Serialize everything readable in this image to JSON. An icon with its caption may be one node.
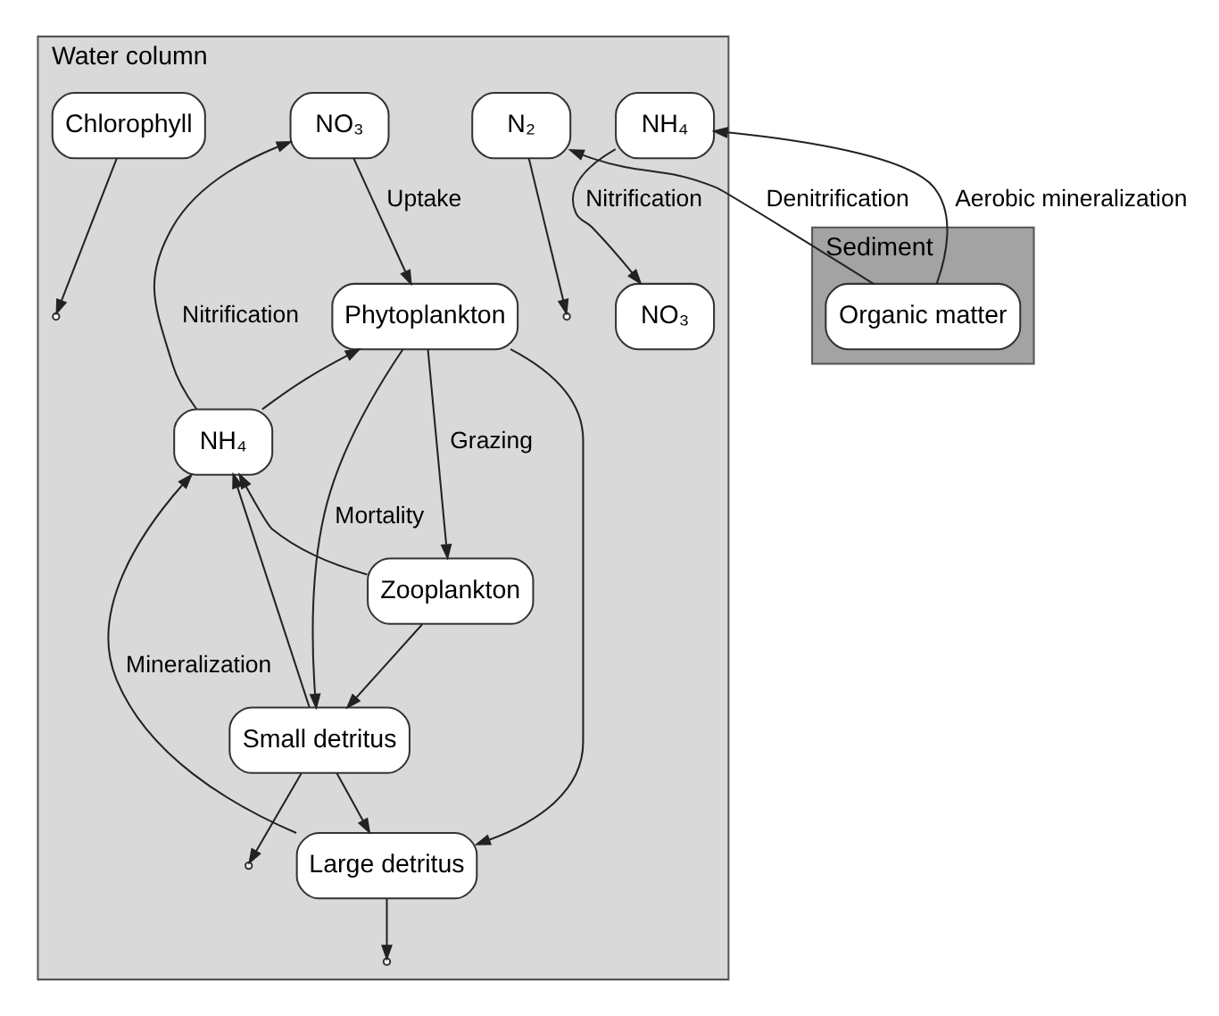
{
  "diagram": {
    "nodes": [
      {
        "text": [
          "Water column"
        ]
      },
      {
        "text": [
          "NO₃"
        ],
        "in": 0
      },
      {
        "text": [
          "NH₄"
        ],
        "in": 0
      },
      {
        "text": [
          "Phytoplankton"
        ],
        "in": 0
      },
      {
        "text": [
          "Chlorophyll"
        ],
        "in": 0
      },
      {
        "text": [
          "Zooplankton"
        ],
        "in": 0
      },
      {
        "text": [
          "Small detritus"
        ],
        "in": 0
      },
      {
        "text": [
          "Large detritus"
        ],
        "in": 0
      },
      {
        "text": [
          "N₂"
        ],
        "in": 0
      },
      {
        "text": [
          "NH₄"
        ],
        "in": 0
      },
      {
        "text": [
          "NO₃"
        ],
        "in": 0
      },
      {
        "text": [
          "Sediment"
        ]
      },
      {
        "text": [
          "Organic matter"
        ],
        "in": 11
      }
    ],
    "edges": [
      {
        "from": 2,
        "to": 1,
        "arrow": "to",
        "label": "Nitrification"
      },
      {
        "from": 1,
        "to": 3,
        "arrow": "to",
        "label": "Uptake"
      },
      {
        "from": 2,
        "to": 3,
        "arrow": "to"
      },
      {
        "from": 3,
        "to": 5,
        "arrow": "to",
        "label": "Grazing"
      },
      {
        "from": 3,
        "to": 6,
        "arrow": "to",
        "label": "Mortality"
      },
      {
        "from": 3,
        "to": 7,
        "arrow": "to"
      },
      {
        "from": 5,
        "to": 2,
        "arrow": "to"
      },
      {
        "from": 5,
        "to": 6,
        "arrow": "to"
      },
      {
        "from": 6,
        "to": 7,
        "arrow": "to"
      },
      {
        "from": 7,
        "to": 2,
        "arrow": "to",
        "label": "Mineralization"
      },
      {
        "from": 6,
        "to": 2,
        "arrow": "to"
      },
      {
        "from": 4,
        "to": null,
        "arrow": "to"
      },
      {
        "from": 6,
        "to": null,
        "arrow": "to"
      },
      {
        "from": 7,
        "to": null,
        "arrow": "to"
      },
      {
        "from": 8,
        "to": null,
        "arrow": "to"
      },
      {
        "from": 12,
        "to": 8,
        "arrow": "to",
        "label": "Denitrification"
      },
      {
        "from": 12,
        "to": 9,
        "arrow": "to",
        "label": "Aerobic mineralization"
      },
      {
        "from": 9,
        "to": 10,
        "arrow": "to",
        "label": "Nitrification"
      }
    ]
  }
}
